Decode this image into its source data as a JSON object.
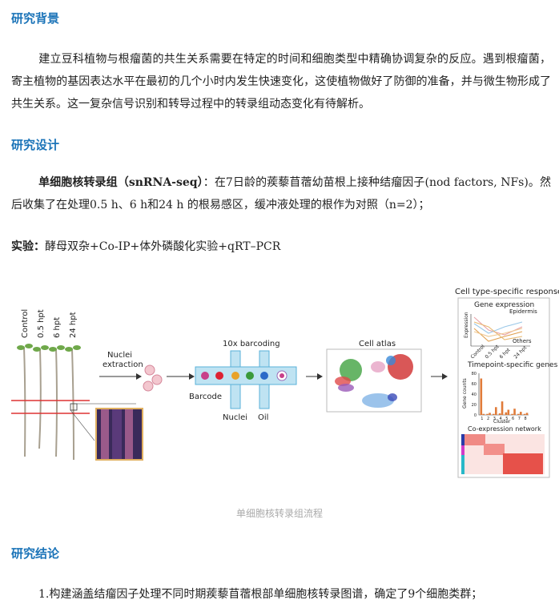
{
  "sections": {
    "background_heading": "研究背景",
    "background_text": "建立豆科植物与根瘤菌的共生关系需要在特定的时间和细胞类型中精确协调复杂的反应。遇到根瘤菌，寄主植物的基因表达水平在最初的几个小时内发生快速变化，这使植物做好了防御的准备，并与微生物形成了共生关系。这一复杂信号识别和转导过程中的转录组动态变化有待解析。",
    "design_heading": "研究设计",
    "design_bold": "单细胞核转录组（snRNA-seq）",
    "design_text": "：在7日龄的蒺藜苜蓿幼苗根上接种结瘤因子(nod factors, NFs)。然后收集了在处理0.5 h、6 h和24 h 的根易感区，缓冲液处理的根作为对照（n=2）；",
    "experiment_label": "实验：",
    "experiment_text": "酵母双杂+Co-IP+体外磷酸化实验+qRT–PCR",
    "conclusion_heading": "研究结论",
    "conclusion_text": "1.构建涵盖结瘤因子处理不同时期蒺藜苜蓿根部单细胞核转录图谱，确定了9个细胞类群；"
  },
  "figure": {
    "caption": "单细胞核转录组流程",
    "timepoints": [
      "Control",
      "0.5 hpt",
      "6 hpt",
      "24 hpt"
    ],
    "nuclei_extraction": "Nuclei extraction",
    "barcoding_title": "10x barcoding",
    "barcode_label": "Barcode",
    "nuclei_label": "Nuclei",
    "oil_label": "Oil",
    "atlas_title": "Cell atlas",
    "response_title": "Cell type-specific response",
    "gene_expression": "Gene expression",
    "epidermis": "Epidermis",
    "others": "Others",
    "expression_axis": "Expression",
    "gene_x_ticks": [
      "Control",
      "0.5 hpt",
      "6 hpt",
      "24 hpt"
    ],
    "timepoint_genes": "Timepoint-specific genes",
    "gene_counts_axis": "Gene counts",
    "y_ticks": [
      "0",
      "20",
      "40",
      "60",
      "80"
    ],
    "cluster_axis": "Cluster",
    "cluster_ticks": [
      "1",
      "2",
      "3",
      "4",
      "5",
      "6",
      "7",
      "8"
    ],
    "coexpr_title": "Co-expression network",
    "colors": {
      "heading": "#1a73b8",
      "channel": "#bfe3f2",
      "bar": "#e07b39",
      "heat": "#e0413a"
    }
  },
  "chart_data": {
    "type": "bar",
    "title": "Timepoint-specific genes",
    "xlabel": "Cluster",
    "ylabel": "Gene counts",
    "categories": [
      "1",
      "2",
      "3",
      "4",
      "5",
      "6",
      "7",
      "8"
    ],
    "series": [
      {
        "values": [
          70,
          2,
          2,
          3,
          5,
          2,
          2,
          2
        ]
      },
      {
        "values": [
          2,
          4,
          15,
          26,
          10,
          12,
          6,
          4
        ]
      }
    ],
    "ylim": [
      0,
      80
    ]
  }
}
